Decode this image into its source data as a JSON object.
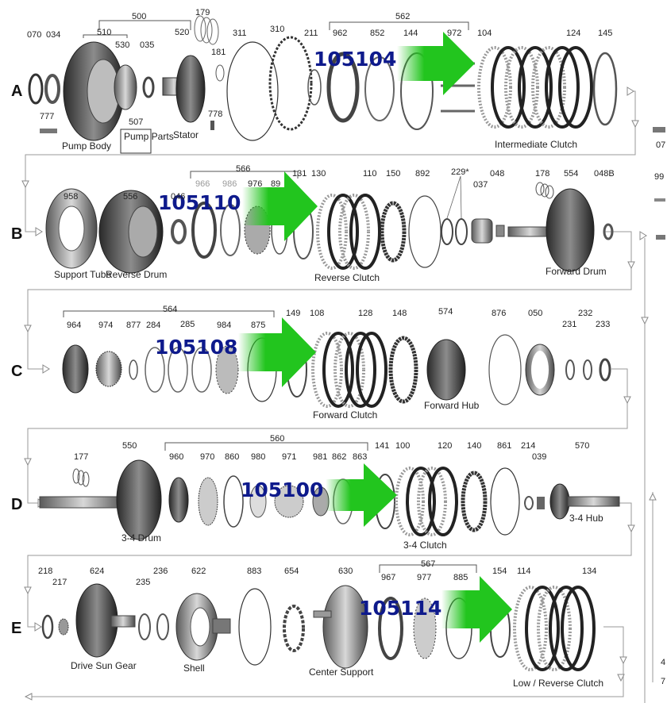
{
  "diagram": {
    "rows": [
      {
        "label": "A",
        "kit_number": "105104",
        "part_numbers": [
          "070",
          "034",
          "510",
          "530",
          "035",
          "520",
          "179",
          "181",
          "311",
          "310",
          "211",
          "962",
          "852",
          "144",
          "972",
          "104",
          "124",
          "145",
          "777",
          "778"
        ],
        "group_labels": [
          "500",
          "562",
          "507"
        ],
        "captions": [
          "Pump Body",
          "Pump Parts",
          "Stator",
          "Intermediate Clutch"
        ]
      },
      {
        "label": "B",
        "kit_number": "105110",
        "part_numbers": [
          "958",
          "556",
          "046",
          "966",
          "986",
          "976",
          "89",
          "131",
          "130",
          "110",
          "150",
          "892",
          "229*",
          "037",
          "048",
          "178",
          "554",
          "048B"
        ],
        "group_labels": [
          "566"
        ],
        "captions": [
          "Support Tube",
          "Reverse Drum",
          "Reverse Clutch",
          "Forward Drum"
        ]
      },
      {
        "label": "C",
        "kit_number": "105108",
        "part_numbers": [
          "964",
          "974",
          "877",
          "284",
          "285",
          "984",
          "875",
          "149",
          "108",
          "128",
          "148",
          "574",
          "876",
          "050",
          "231",
          "232",
          "233"
        ],
        "group_labels": [
          "564"
        ],
        "captions": [
          "Forward Clutch",
          "Forward Hub"
        ]
      },
      {
        "label": "D",
        "kit_number": "105100",
        "part_numbers": [
          "177",
          "550",
          "960",
          "970",
          "860",
          "980",
          "971",
          "981",
          "862",
          "863",
          "141",
          "100",
          "120",
          "140",
          "861",
          "214",
          "039",
          "570"
        ],
        "group_labels": [
          "560"
        ],
        "captions": [
          "3-4 Drum",
          "3-4 Clutch",
          "3-4 Hub"
        ]
      },
      {
        "label": "E",
        "kit_number": "105114",
        "part_numbers": [
          "218",
          "217",
          "624",
          "235",
          "236",
          "622",
          "883",
          "654",
          "630",
          "967",
          "977",
          "885",
          "154",
          "114",
          "134"
        ],
        "group_labels": [
          "567"
        ],
        "captions": [
          "Drive Sun Gear",
          "Shell",
          "Center Support",
          "Low / Reverse Clutch"
        ]
      }
    ],
    "edge_partial_labels": [
      "07",
      "99",
      "4",
      "7"
    ],
    "colors": {
      "arrow_green": "#22c51e",
      "kit_number_blue": "#0e1a8c",
      "parts_grey": "#8a8a8a",
      "flow_line": "#9a9a9a"
    }
  }
}
